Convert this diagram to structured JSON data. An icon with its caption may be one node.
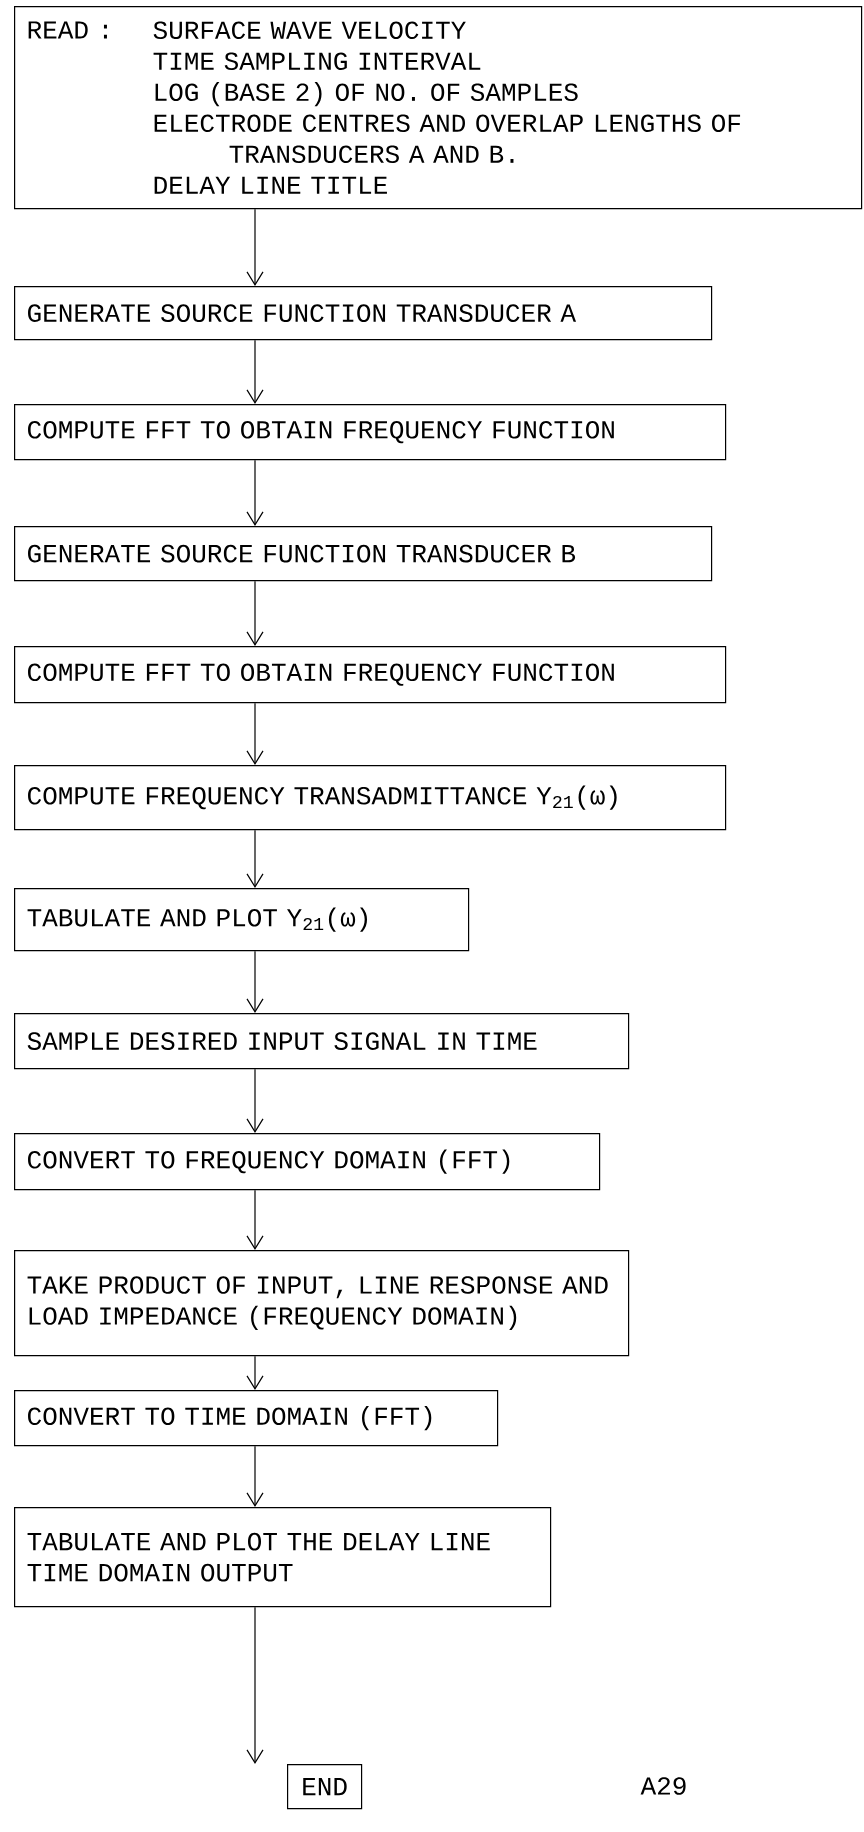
{
  "diagram": {
    "nodes": [
      {
        "text": [
          "READ :",
          "SURFACE WAVE VELOCITY",
          "TIME SAMPLING INTERVAL",
          "LOG (BASE 2) OF NO. OF SAMPLES",
          "ELECTRODE CENTRES AND OVERLAP LENGTHS OF TRANSDUCERS A AND B.",
          "DELAY LINE TITLE"
        ]
      },
      {
        "text": [
          "GENERATE SOURCE FUNCTION TRANSDUCER A"
        ]
      },
      {
        "text": [
          "COMPUTE FFT TO OBTAIN FREQUENCY FUNCTION"
        ]
      },
      {
        "text": [
          "GENERATE SOURCE FUNCTION TRANSDUCER B"
        ]
      },
      {
        "text": [
          "COMPUTE FFT TO OBTAIN FREQUENCY FUNCTION"
        ]
      },
      {
        "text": [
          "COMPUTE FREQUENCY TRANSADMITTANCE Y$_{21}$(ω)"
        ]
      },
      {
        "text": [
          "TABULATE AND PLOT Y$_{21}$(ω)"
        ]
      },
      {
        "text": [
          "SAMPLE DESIRED INPUT SIGNAL IN TIME"
        ]
      },
      {
        "text": [
          "CONVERT TO FREQUENCY DOMAIN (FFT)"
        ]
      },
      {
        "text": [
          "TAKE PRODUCT OF INPUT, LINE RESPONSE AND LOAD IMPEDANCE (FREQUENCY DOMAIN)"
        ]
      },
      {
        "text": [
          "CONVERT TO TIME DOMAIN (FFT)"
        ]
      },
      {
        "text": [
          "TABULATE AND PLOT THE DELAY LINE TIME DOMAIN OUTPUT"
        ]
      },
      {
        "text": [
          "END"
        ]
      }
    ],
    "edges": [
      {
        "from": 0,
        "to": 1,
        "arrow": "to"
      },
      {
        "from": 1,
        "to": 2,
        "arrow": "to"
      },
      {
        "from": 2,
        "to": 3,
        "arrow": "to"
      },
      {
        "from": 3,
        "to": 4,
        "arrow": "to"
      },
      {
        "from": 4,
        "to": 5,
        "arrow": "to"
      },
      {
        "from": 5,
        "to": 6,
        "arrow": "to"
      },
      {
        "from": 6,
        "to": 7,
        "arrow": "to"
      },
      {
        "from": 7,
        "to": 8,
        "arrow": "to"
      },
      {
        "from": 8,
        "to": 9,
        "arrow": "to"
      },
      {
        "from": 9,
        "to": 10,
        "arrow": "to"
      },
      {
        "from": 10,
        "to": 11,
        "arrow": "to"
      },
      {
        "from": 11,
        "to": 12,
        "arrow": "to"
      }
    ],
    "labels": [
      "A29"
    ]
  }
}
